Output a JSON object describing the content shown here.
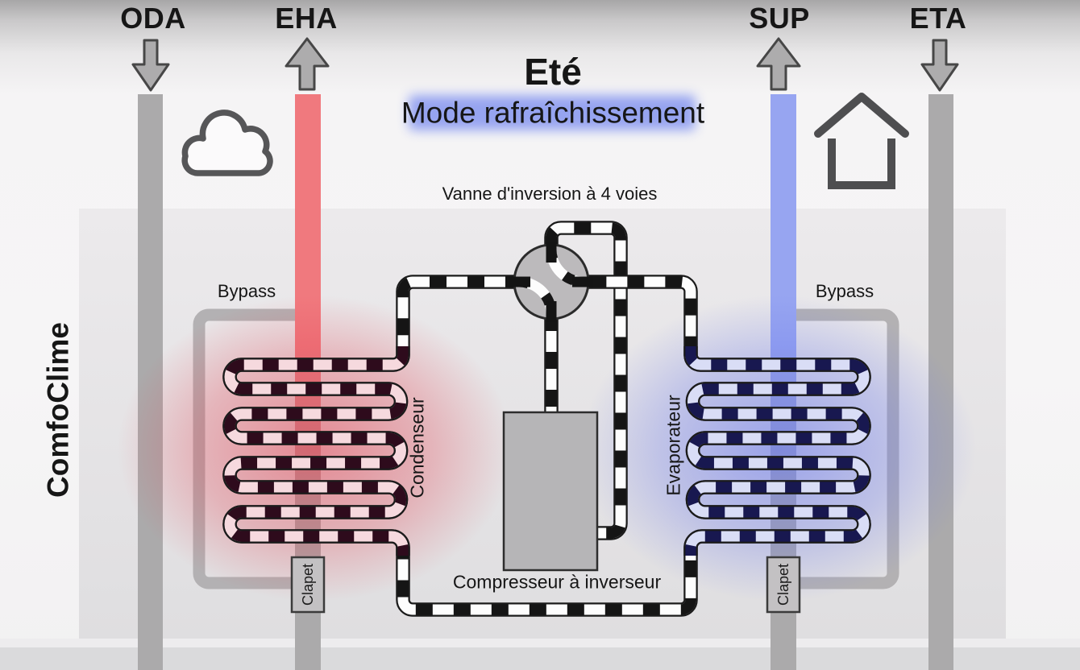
{
  "title": {
    "season": "Eté",
    "mode": "Mode rafraîchissement"
  },
  "air_ports": {
    "oda": {
      "label": "ODA",
      "direction": "down"
    },
    "eha": {
      "label": "EHA",
      "direction": "up"
    },
    "sup": {
      "label": "SUP",
      "direction": "up"
    },
    "eta": {
      "label": "ETA",
      "direction": "down"
    }
  },
  "device_label": "ComfoClime",
  "components": {
    "valve": "Vanne d'inversion à 4 voies",
    "compressor": "Compresseur à inverseur",
    "condenser": "Condenseur",
    "evaporator": "Evaporateur",
    "bypass_left": "Bypass",
    "bypass_right": "Bypass",
    "damper_left": "Clapet",
    "damper_right": "Clapet"
  },
  "icons": {
    "outdoor": "cloud-icon",
    "indoor": "house-icon"
  },
  "colors": {
    "exhaust_warm": "#f0797e",
    "supply_cool": "#97a5f1",
    "mode_highlight": "#8f9ef0",
    "duct_gray": "#abaaab",
    "white_pipe": "#fdfdfd",
    "black_pipe": "#151515",
    "condenser_pipe_light": "#f6d9de",
    "condenser_pipe_dark": "#2e0b1c",
    "evaporator_pipe_light": "#d9ddf6",
    "evaporator_pipe_dark": "#181850",
    "warm_glow": "#e23e4e",
    "cool_glow": "#6876eb"
  }
}
